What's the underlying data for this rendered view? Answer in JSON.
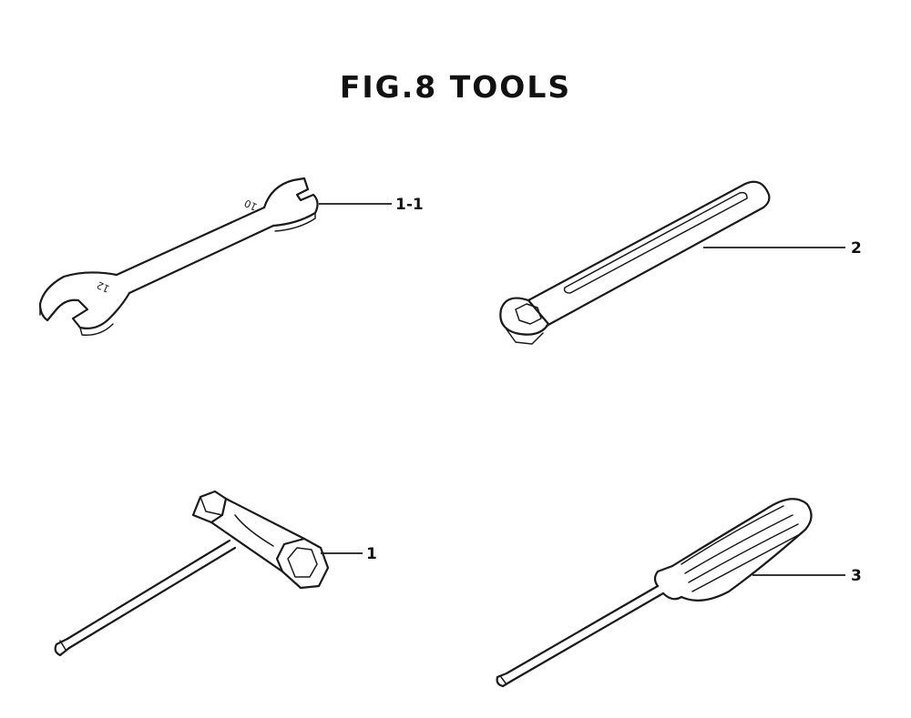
{
  "title": "FIG.8 TOOLS",
  "parts": [
    {
      "id": "wrench",
      "callout": "1-1",
      "stamps": [
        "10",
        "12"
      ]
    },
    {
      "id": "box-spanner",
      "callout": "2"
    },
    {
      "id": "plug-socket-wrench",
      "callout": "1"
    },
    {
      "id": "screwdriver",
      "callout": "3"
    }
  ]
}
